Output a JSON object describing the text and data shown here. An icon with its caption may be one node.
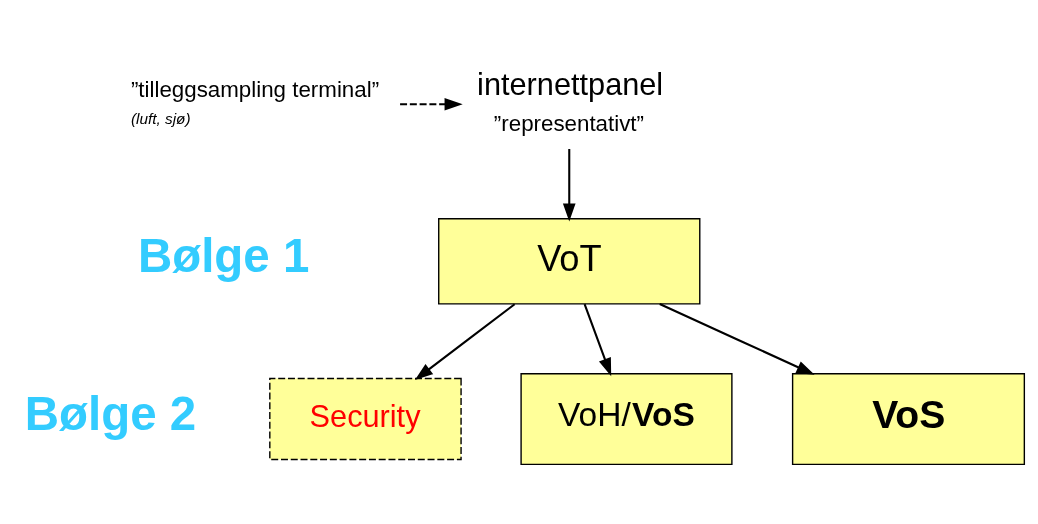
{
  "diagram": {
    "nodes": [
      {
        "text": [
          "internettpanel",
          "”representativt”"
        ]
      },
      {
        "text": [
          "”tilleggsampling terminal”"
        ],
        "beside": [
          "(luft, sjø)"
        ]
      },
      {
        "text": [
          "VoT"
        ]
      },
      {
        "text": [
          "VoH/**VoS**"
        ]
      },
      {
        "text": [
          "VoS"
        ]
      },
      {
        "text": [
          "Security"
        ]
      }
    ],
    "edges": [
      {
        "from": 1,
        "to": 0,
        "arrow": "to",
        "style": "dashed"
      },
      {
        "from": 0,
        "to": 2,
        "arrow": "to"
      },
      {
        "from": 2,
        "to": 3,
        "arrow": "to"
      },
      {
        "from": 2,
        "to": 4,
        "arrow": "to"
      },
      {
        "from": 2,
        "to": 5,
        "arrow": "to"
      }
    ],
    "labels": [
      "Bølge 1",
      "Bølge 2"
    ]
  }
}
